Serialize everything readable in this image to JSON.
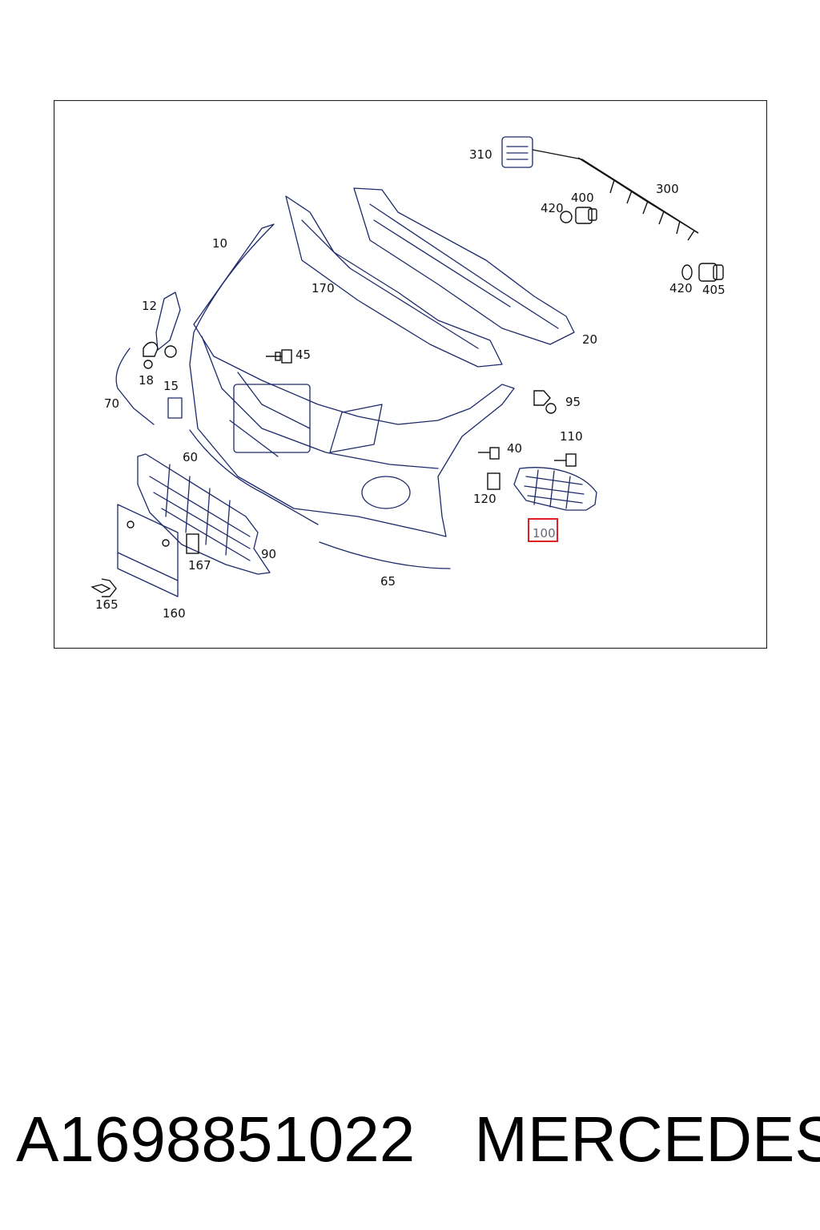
{
  "diagram": {
    "callouts": [
      {
        "id": "310",
        "label": "310"
      },
      {
        "id": "300",
        "label": "300"
      },
      {
        "id": "400",
        "label": "400"
      },
      {
        "id": "420a",
        "label": "420"
      },
      {
        "id": "420b",
        "label": "420"
      },
      {
        "id": "405",
        "label": "405"
      },
      {
        "id": "10",
        "label": "10"
      },
      {
        "id": "170",
        "label": "170"
      },
      {
        "id": "20",
        "label": "20"
      },
      {
        "id": "12",
        "label": "12"
      },
      {
        "id": "45",
        "label": "45"
      },
      {
        "id": "18",
        "label": "18"
      },
      {
        "id": "15",
        "label": "15"
      },
      {
        "id": "70",
        "label": "70"
      },
      {
        "id": "95",
        "label": "95"
      },
      {
        "id": "110",
        "label": "110"
      },
      {
        "id": "40",
        "label": "40"
      },
      {
        "id": "60",
        "label": "60"
      },
      {
        "id": "120",
        "label": "120"
      },
      {
        "id": "100",
        "label": "100"
      },
      {
        "id": "90",
        "label": "90"
      },
      {
        "id": "167",
        "label": "167"
      },
      {
        "id": "165",
        "label": "165"
      },
      {
        "id": "160",
        "label": "160"
      },
      {
        "id": "65",
        "label": "65"
      }
    ],
    "highlighted_callout": "100",
    "highlight_color": "#e02020",
    "line_color": "#1d2a6a"
  },
  "footer": {
    "part_number": "A1698851022",
    "brand": "MERCEDES"
  }
}
